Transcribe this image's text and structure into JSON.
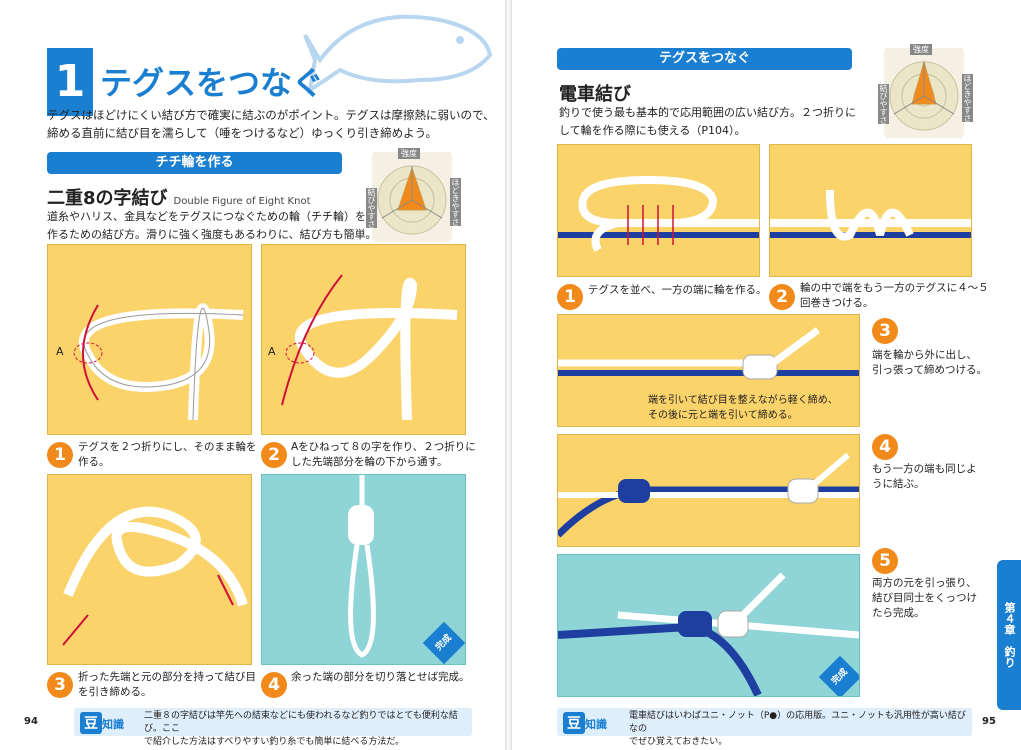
{
  "left": {
    "section_number": "1",
    "section_title": "テグスをつなぐ",
    "intro_line1": "テグスはほどけにくい結び方で確実に結ぶのがポイント。テグスは摩擦熱に弱いので、",
    "intro_line2": "締める直前に結び目を濡らして（唾をつけるなど）ゆっくり引き締めよう。",
    "pill_label": "チチ輪を作る",
    "knot_title": "二重8の字結び",
    "knot_title_en": "Double Figure of Eight Knot",
    "knot_desc_line1": "道糸やハリス、金具などをテグスにつなぐための輪（チチ輪）を",
    "knot_desc_line2": "作るための結び方。滑りに強く強度もあるわりに、結び方も簡単。",
    "radar": {
      "top": "強度",
      "left": "結びやすさ",
      "right": "ほどきやすさ"
    },
    "marker_a": "A",
    "steps": [
      {
        "num": "1",
        "text1": "テグスを２つ折りにし、そのまま輪を",
        "text2": "作る。"
      },
      {
        "num": "2",
        "text1": "Aをひねって８の字を作り、２つ折りに",
        "text2": "した先端部分を輪の下から通す。"
      },
      {
        "num": "3",
        "text1": "折った先端と元の部分を持って結び目",
        "text2": "を引き締める。"
      },
      {
        "num": "4",
        "text1": "余った端の部分を切り落とせば完成。",
        "text2": ""
      }
    ],
    "kansei": "完成",
    "tip": {
      "icon_mame": "豆",
      "icon_chishiki": "知識",
      "line1": "二重８の字結びは竿先への結束などにも使われるなど釣りではとても便利な結び。ここ",
      "line2": "で紹介した方法はすべりやすい釣り糸でも簡単に結べる方法だ。"
    },
    "page_number": "94"
  },
  "right": {
    "pill_label": "テグスをつなぐ",
    "knot_title": "電車結び",
    "knot_desc_line1": "釣りで使う最も基本的で応用範囲の広い結び方。２つ折りに",
    "knot_desc_line2": "して輪を作る際にも使える（P104）。",
    "radar": {
      "top": "強度",
      "left": "結びやすさ",
      "right": "ほどきやすさ"
    },
    "steps": [
      {
        "num": "1",
        "text1": "テグスを並べ、一方の端に輪を作る。",
        "text2": ""
      },
      {
        "num": "2",
        "text1": "輪の中で端をもう一方のテグスに４〜５",
        "text2": "回巻きつける。"
      },
      {
        "num": "3",
        "text1": "端を輪から外に出し、",
        "text2": "引っ張って締めつける。"
      },
      {
        "num": "4",
        "text1": "もう一方の端も同じよ",
        "text2": "うに結ぶ。"
      },
      {
        "num": "5",
        "text1": "両方の元を引っ張り、",
        "text2": "結び目同士をくっつけ",
        "text3": "たら完成。"
      }
    ],
    "inpanel_caption1": "端を引いて結び目を整えながら軽く締め、",
    "inpanel_caption2": "その後に元と端を引いて締める。",
    "kansei": "完成",
    "tip": {
      "icon_mame": "豆",
      "icon_chishiki": "知識",
      "line1": "電車結びはいわばユニ・ノット（P●）の応用版。ユニ・ノットも汎用性が高い結びなの",
      "line2": "でぜひ覚えておきたい。"
    },
    "chapter_tab": "第４章　釣り",
    "page_number": "95"
  },
  "colors": {
    "accent": "#1a7fd0",
    "panel": "#fbd36b",
    "teal": "#8fd4d6",
    "step": "#f28a1b",
    "rope_blue": "#1e3fa0"
  }
}
